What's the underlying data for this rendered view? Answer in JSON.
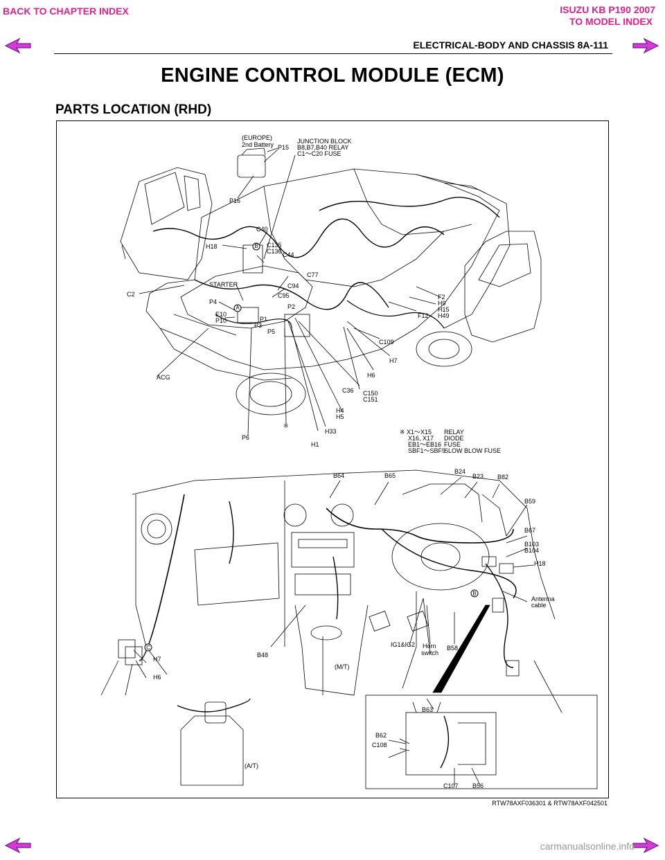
{
  "nav": {
    "back_chapter": "BACK TO CHAPTER INDEX",
    "model_title": "ISUZU KB P190 2007",
    "back_model": "TO MODEL INDEX"
  },
  "header": {
    "section_title": "ELECTRICAL-BODY AND CHASSIS  8A-111"
  },
  "page_title": "ENGINE CONTROL MODULE (ECM)",
  "section_heading": "PARTS LOCATION (RHD)",
  "diagram": {
    "vehicle_labels": {
      "europe": "(EUROPE)",
      "second_battery": "2nd Battery",
      "p15": "P15",
      "jb1": "JUNCTION BLOCK",
      "jb2": "B8,B7,B40 RELAY",
      "jb3": "C1～C20 FUSE",
      "p16": "P16",
      "c40": "C40",
      "h18": "H18",
      "c135": "C135",
      "c136": "C136",
      "c44": "C44",
      "c77": "C77",
      "c2": "C2",
      "starter": "STARTER",
      "c94": "C94",
      "c95": "C95",
      "p4": "P4",
      "p2": "P2",
      "e10": "E10",
      "p10": "P10",
      "p1": "P1",
      "p3": "P3",
      "p5": "P5",
      "f2": "F2",
      "h9": "H9",
      "h15": "H15",
      "h49": "H49",
      "f12": "F12",
      "c109": "C109",
      "h7": "H7",
      "h6": "H6",
      "acg": "ACG",
      "c36": "C36",
      "c150": "C150",
      "c151": "C151",
      "h4": "H4",
      "h5": "H5",
      "note_mark": "※",
      "h33": "H33",
      "p6": "P6",
      "h1": "H1"
    },
    "legend": {
      "r1_a": "※ X1～X15",
      "r1_b": "RELAY",
      "r2_a": "X16, X17",
      "r2_b": "DIODE",
      "r3_a": "EB1～EB16",
      "r3_b": "FUSE",
      "r4_a": "SBF1～SBF9",
      "r4_b": "SLOW BLOW FUSE"
    },
    "dash_labels": {
      "b64": "B64",
      "b65": "B65",
      "b24": "B24",
      "b23": "B23",
      "b82": "B82",
      "b59": "B59",
      "b67": "B67",
      "b103": "B103",
      "b104": "B104",
      "h18": "H18",
      "antenna1": "Antenna",
      "antenna2": "cable",
      "b48": "B48",
      "h7": "H7",
      "h6": "H6",
      "ig": "IG1&IG2",
      "horn1": "Horn",
      "horn2": "switch",
      "b58": "B58",
      "mt": "(M/T)",
      "at": "(A/T)",
      "b63": "B63",
      "b62": "B62",
      "c108": "C108",
      "c107": "C107",
      "b56": "B56",
      "mark_a": "A",
      "mark_b": "B",
      "mark_c": "C"
    },
    "reference": "RTW78AXF036301 & RTW78AXF042501"
  },
  "watermark": "carmanualsonline.info"
}
